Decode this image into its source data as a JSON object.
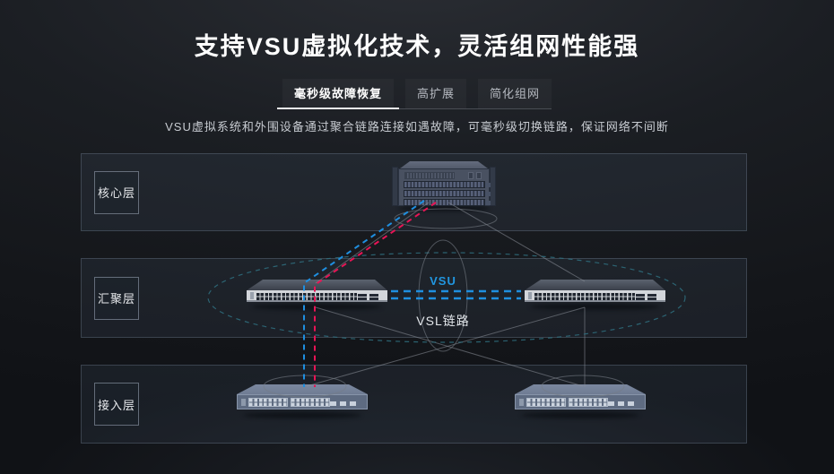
{
  "header": {
    "title": "支持VSU虚拟化技术，灵活组网性能强",
    "tabs": [
      {
        "label": "毫秒级故障恢复",
        "active": true
      },
      {
        "label": "高扩展",
        "active": false
      },
      {
        "label": "简化组网",
        "active": false
      }
    ],
    "description": "VSU虚拟系统和外围设备通过聚合链路连接如遇故障，可毫秒级切换链路，保证网络不间断"
  },
  "diagram": {
    "layers": [
      {
        "label": "核心层"
      },
      {
        "label": "汇聚层"
      },
      {
        "label": "接入层"
      }
    ],
    "devices": [
      {
        "name": "core-switch",
        "layer": "核心层"
      },
      {
        "name": "aggregation-switch-left",
        "layer": "汇聚层"
      },
      {
        "name": "aggregation-switch-right",
        "layer": "汇聚层"
      },
      {
        "name": "access-switch-left",
        "layer": "接入层"
      },
      {
        "name": "access-switch-right",
        "layer": "接入层"
      }
    ],
    "labels": {
      "vsu": "VSU",
      "vsl": "VSL链路"
    },
    "colors": {
      "vsu_blue": "#2196e0",
      "link_blue": "#1f8fe0",
      "link_red": "#e81455",
      "ring_teal": "#2f7080",
      "line_gray": "#8b9099"
    }
  }
}
